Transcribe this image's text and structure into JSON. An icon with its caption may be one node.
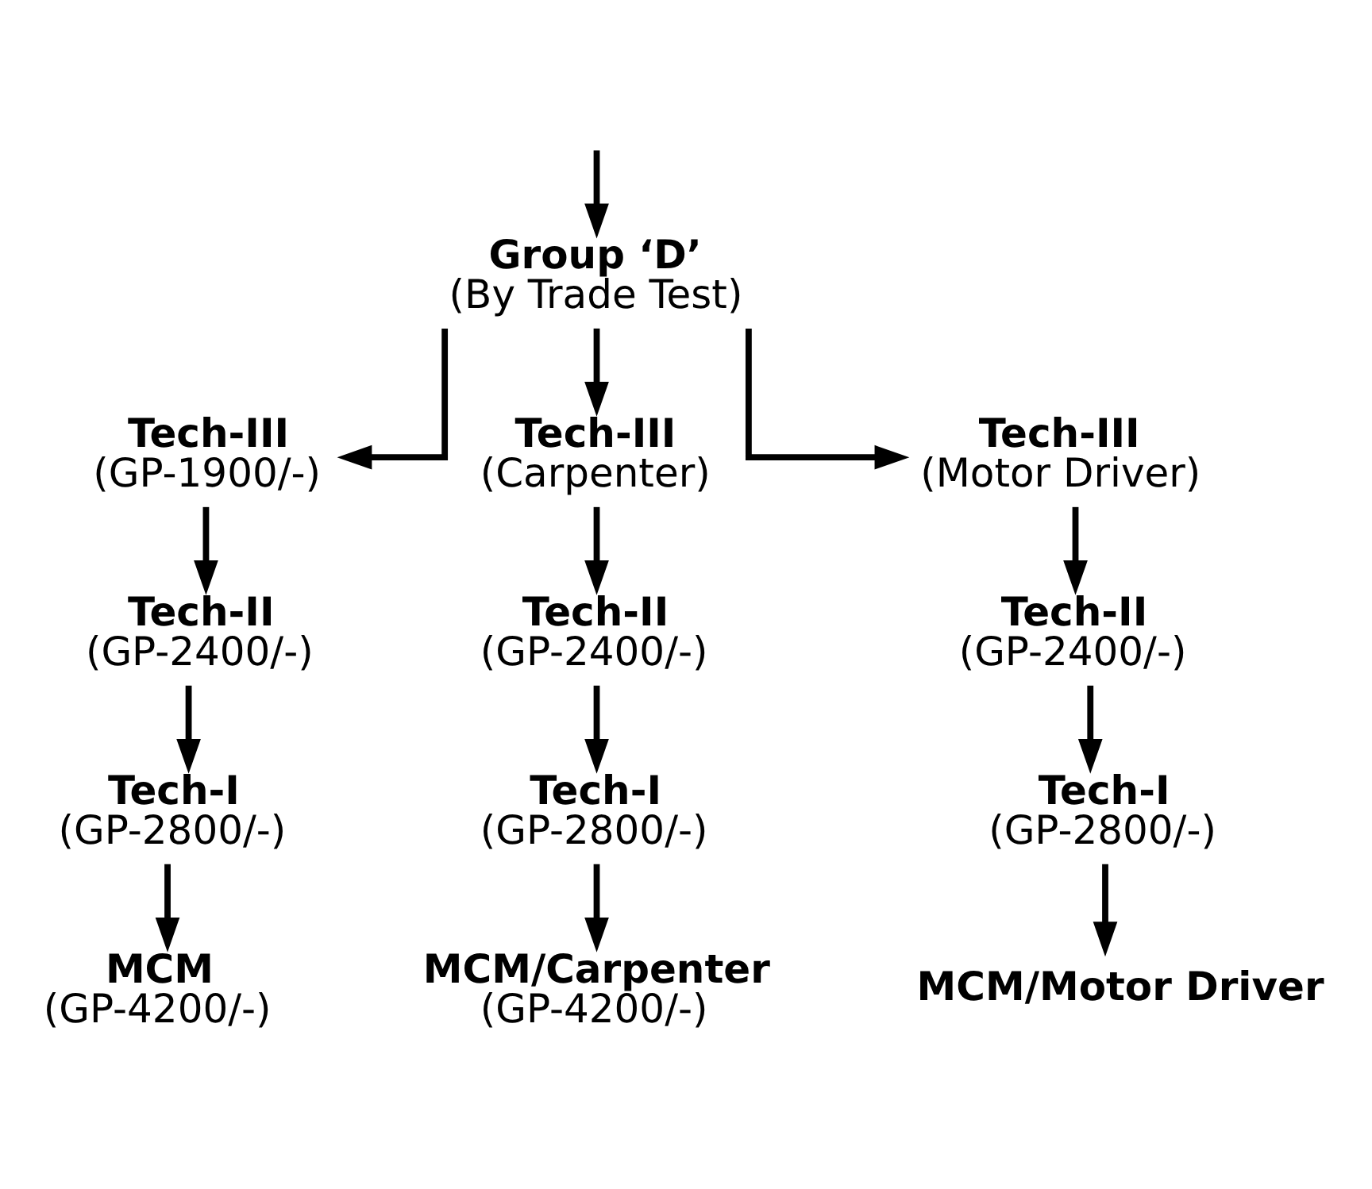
{
  "diagram": {
    "nodes": [
      {
        "text": [
          "Group ‘D’",
          "(By Trade Test)"
        ]
      },
      {
        "text": [
          "Tech-III",
          "(GP-1900/-)"
        ]
      },
      {
        "text": [
          "Tech-III",
          "(Carpenter)"
        ]
      },
      {
        "text": [
          "Tech-III",
          "(Motor Driver)"
        ]
      },
      {
        "text": [
          "Tech-II",
          "(GP-2400/-)"
        ]
      },
      {
        "text": [
          "Tech-II",
          "(GP-2400/-)"
        ]
      },
      {
        "text": [
          "Tech-II",
          "(GP-2400/-)"
        ]
      },
      {
        "text": [
          "Tech-I",
          "(GP-2800/-)"
        ]
      },
      {
        "text": [
          "Tech-I",
          "(GP-2800/-)"
        ]
      },
      {
        "text": [
          "Tech-I",
          "(GP-2800/-)"
        ]
      },
      {
        "text": [
          "MCM",
          "(GP-4200/-)"
        ]
      },
      {
        "text": [
          "MCM/Carpenter",
          "(GP-4200/-)"
        ]
      },
      {
        "text": [
          "MCM/Motor Driver"
        ]
      }
    ],
    "edges": [
      {
        "from": null,
        "to": 0,
        "arrow": "to"
      },
      {
        "from": 0,
        "to": 1,
        "arrow": "to"
      },
      {
        "from": 0,
        "to": 2,
        "arrow": "to"
      },
      {
        "from": 0,
        "to": 3,
        "arrow": "to"
      },
      {
        "from": 1,
        "to": 4,
        "arrow": "to"
      },
      {
        "from": 4,
        "to": 7,
        "arrow": "to"
      },
      {
        "from": 7,
        "to": 10,
        "arrow": "to"
      },
      {
        "from": 2,
        "to": 5,
        "arrow": "to"
      },
      {
        "from": 5,
        "to": 8,
        "arrow": "to"
      },
      {
        "from": 8,
        "to": 11,
        "arrow": "to"
      },
      {
        "from": 3,
        "to": 6,
        "arrow": "to"
      },
      {
        "from": 6,
        "to": 9,
        "arrow": "to"
      },
      {
        "from": 9,
        "to": 12,
        "arrow": "to"
      }
    ]
  }
}
